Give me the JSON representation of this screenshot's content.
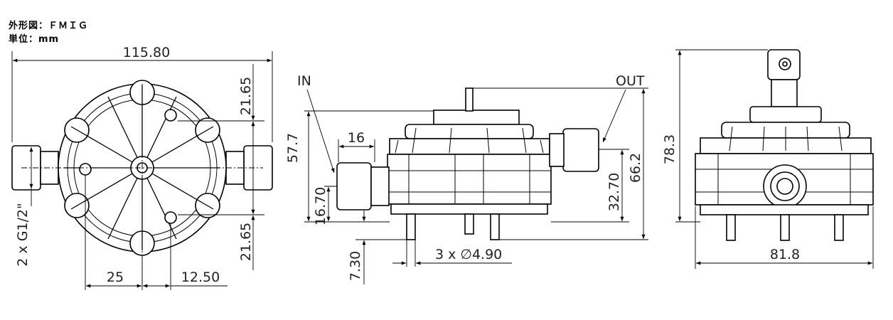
{
  "header": {
    "shape_label": "外形図：ＦＭＩＧ",
    "unit_label": "単位：mm"
  },
  "front_view": {
    "width_total": "115.80",
    "offset_top": "21.65",
    "offset_bottom": "21.65",
    "port_label": "2 x G1/2\"",
    "dim_25": "25",
    "dim_12_50": "12.50"
  },
  "side_view": {
    "in_label": "IN",
    "out_label": "OUT",
    "dim_16": "16",
    "height_57_7": "57.7",
    "dim_16_70": "16.70",
    "dim_7_30": "7.30",
    "holes": "3 x ∅4.90",
    "dim_32_70": "32.70",
    "dim_66_2": "66.2"
  },
  "end_view": {
    "height_78_3": "78.3",
    "width_81_8": "81.8"
  }
}
